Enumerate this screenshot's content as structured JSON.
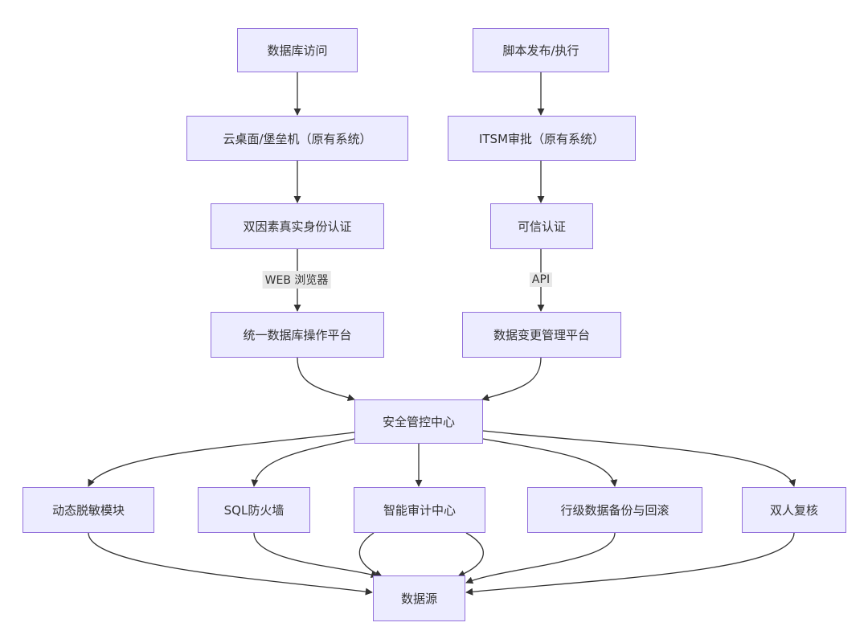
{
  "nodes": {
    "db_access": "数据库访问",
    "script_publish": "脚本发布/执行",
    "cloud_desktop": "云桌面/堡垒机（原有系统）",
    "itsm": "ITSM审批（原有系统）",
    "two_factor": "双因素真实身份认证",
    "trusted_auth": "可信认证",
    "unified_platform": "统一数据库操作平台",
    "change_platform": "数据变更管理平台",
    "security_center": "安全管控中心",
    "dynamic_masking": "动态脱敏模块",
    "sql_firewall": "SQL防火墙",
    "audit_center": "智能审计中心",
    "backup_rollback": "行级数据备份与回滚",
    "dual_review": "双人复核",
    "data_source": "数据源"
  },
  "edge_labels": {
    "web_browser": "WEB 浏览器",
    "api": "API"
  },
  "colors": {
    "node_fill": "#ECECFF",
    "node_border": "#9370DB",
    "edge": "#333333",
    "label_bg": "#e8e8e8"
  }
}
